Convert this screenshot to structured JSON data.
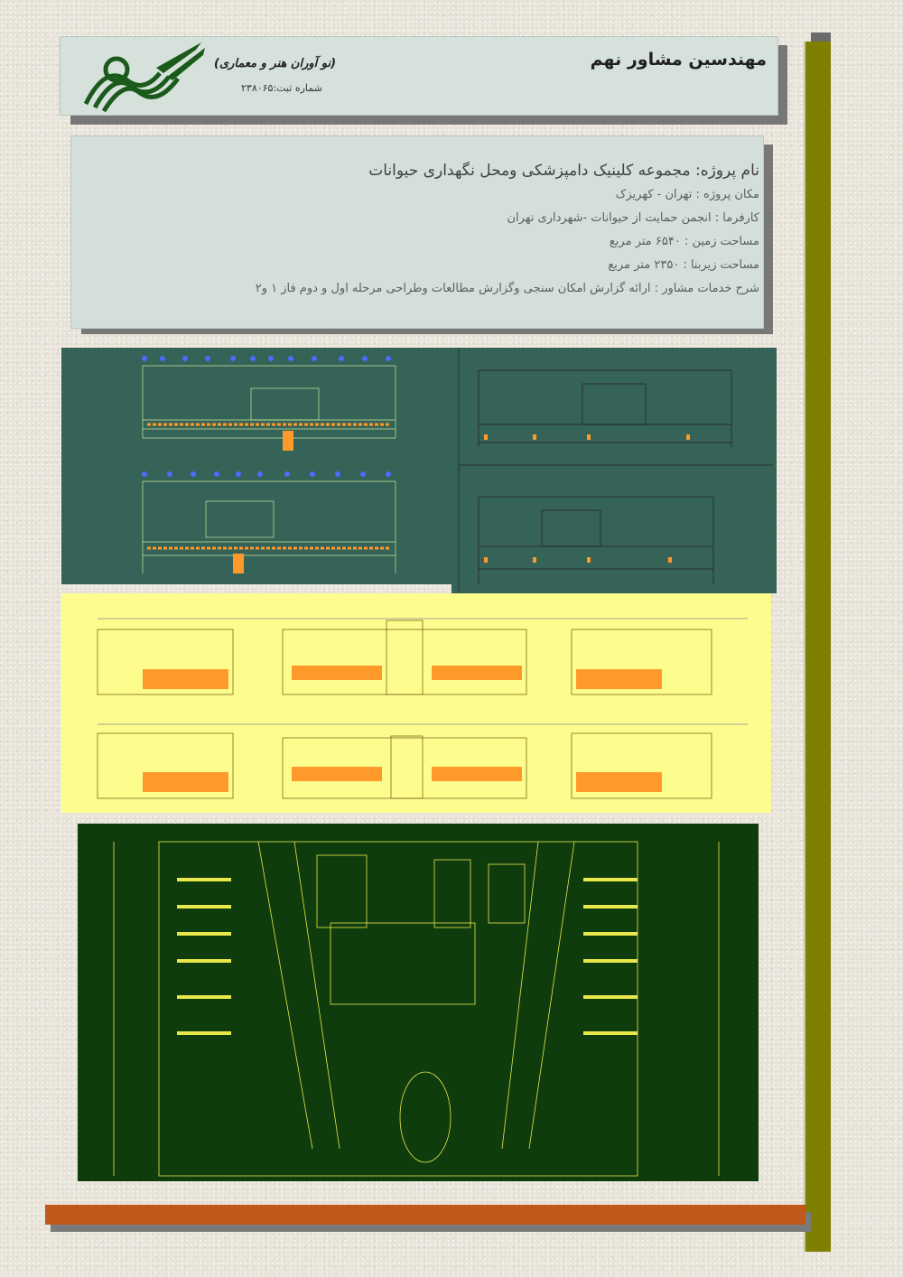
{
  "header": {
    "firm_name": "مهندسین مشاور نهم",
    "firm_subtitle": "(نو آوران هنر و معماری)",
    "registration": "شماره ثبت:۲۳۸۰۶۵"
  },
  "project": {
    "title": "نام پروژه:  مجموعه کلینیک دامپزشکی ومحل نگهداری حیوانات",
    "location": "مکان پروژه : تهران - کهریزک",
    "client": "کارفرما : انجمن حمایت از حیوانات -شهرداری تهران",
    "land_area": "مساحت زمین : ۶۵۴۰  متر مربع",
    "built_area": "مساحت زیربنا : ۲۳۵۰   متر مربع",
    "services": "شرح خدمات مشاور  : ارائه گزارش امکان سنجی وگزارش مطالعات وطراحی مرحله اول و دوم فاز ۱ و۲"
  },
  "colors": {
    "olive_bar": "#7f8000",
    "orange_bar": "#c0581c",
    "header_bg": "#d6e1dc",
    "cad_teal": "#366357",
    "cad_yellow": "#fdfd8e",
    "cad_dark_green": "#0f3c0d"
  }
}
